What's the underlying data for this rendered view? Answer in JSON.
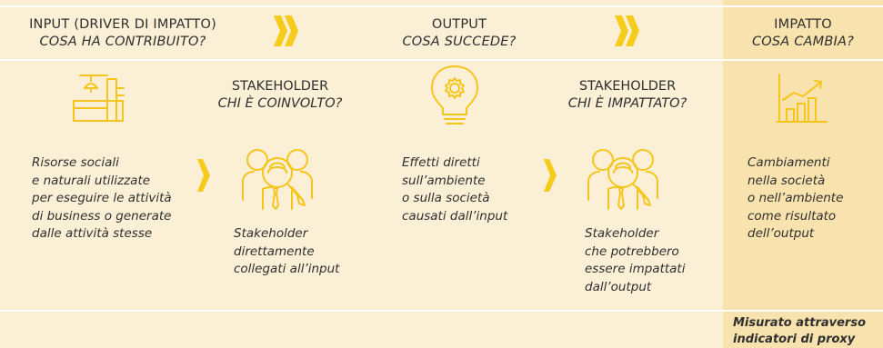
{
  "colors": {
    "background": "#fbf0d6",
    "impact_panel": "#f8e2ad",
    "accent_yellow": "#f5cc1b",
    "icon_stroke": "#f5c51c",
    "text": "#2f2f2f",
    "divider": "#ffffff"
  },
  "input": {
    "title": "INPUT (DRIVER DI IMPATTO)",
    "subtitle": "COSA HA CONTRIBUITO?",
    "icon": "factory-icon",
    "description": [
      "Risorse sociali",
      "e naturali utilizzate",
      "per eseguire le attività",
      "di business o generate",
      "dalle attività stesse"
    ]
  },
  "output": {
    "title": "OUTPUT",
    "subtitle": "COSA SUCCEDE?",
    "icon": "lightbulb-gear-icon",
    "description": [
      "Effetti diretti",
      "sull’ambiente",
      "o sulla società",
      "causati dall’input"
    ]
  },
  "impact": {
    "title": "IMPATTO",
    "subtitle": "COSA CAMBIA?",
    "icon": "growth-chart-icon",
    "description": [
      "Cambiamenti",
      "nella società",
      "o nell’ambiente",
      "come risultato",
      "dell’output"
    ],
    "footer": [
      "Misurato attraverso",
      "indicatori di proxy"
    ]
  },
  "stakeholder_involved": {
    "title": "STAKEHOLDER",
    "subtitle": "CHI È COINVOLTO?",
    "icon": "people-magnifier-icon",
    "description": [
      "Stakeholder",
      "direttamente",
      "collegati all’input"
    ]
  },
  "stakeholder_impacted": {
    "title": "STAKEHOLDER",
    "subtitle": "CHI È IMPATTATO?",
    "icon": "people-magnifier-icon",
    "description": [
      "Stakeholder",
      "che potrebbero",
      "essere impattati",
      "dall’output"
    ]
  }
}
